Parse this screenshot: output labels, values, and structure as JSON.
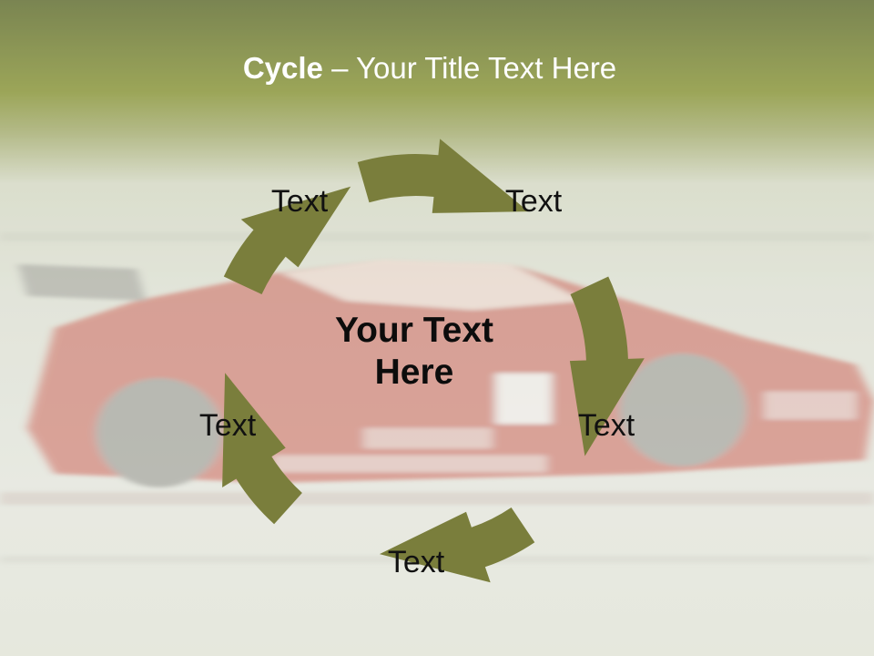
{
  "title": {
    "bold": "Cycle",
    "rest": " – Your Title Text Here"
  },
  "center_text": {
    "line1": "Your Text",
    "line2": "Here"
  },
  "cycle_items": [
    {
      "label": "Text"
    },
    {
      "label": "Text"
    },
    {
      "label": "Text"
    },
    {
      "label": "Text"
    },
    {
      "label": "Text"
    }
  ],
  "colors": {
    "arrow": "#7a7e3c",
    "header_band": "#6a7a32",
    "background": "#e4e6dc",
    "car_body": "#c4483a"
  }
}
